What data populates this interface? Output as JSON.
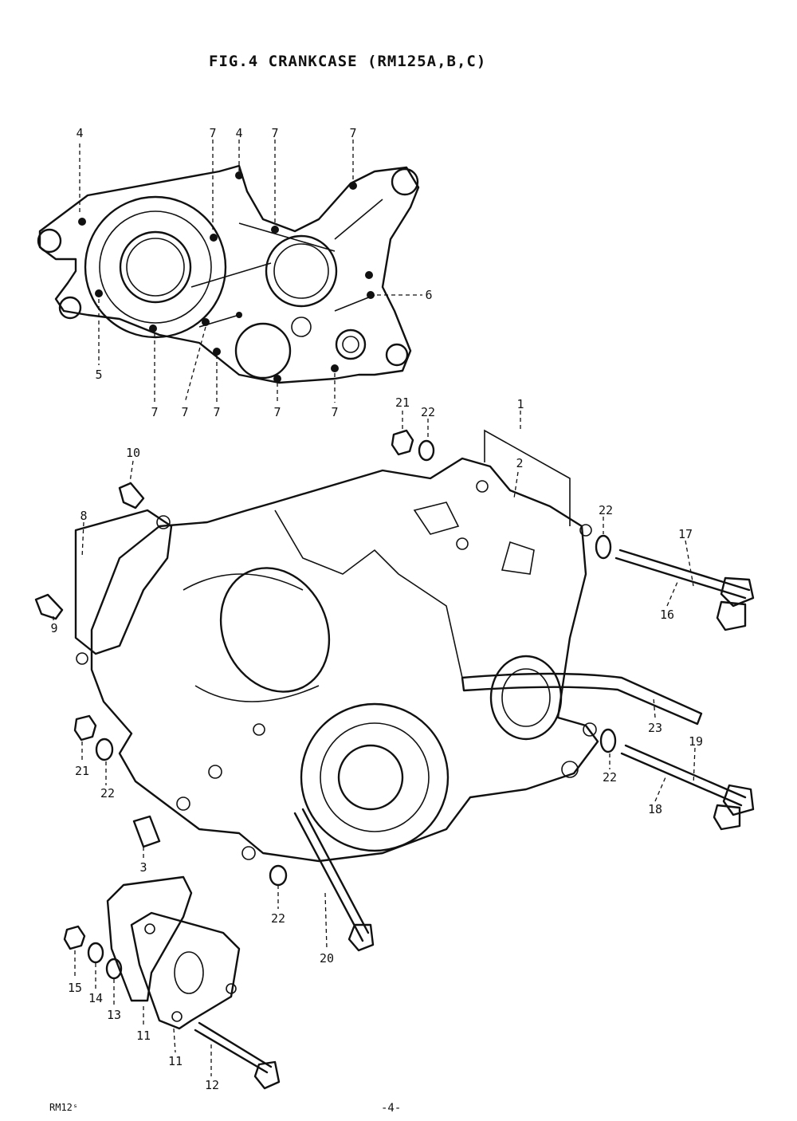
{
  "title": "FIG.4  CRANKCASE (RM125A,B,C)",
  "footer": {
    "model": "RM12ˢ",
    "page": "-4-"
  },
  "callouts": [
    "1",
    "2",
    "3",
    "4",
    "5",
    "6",
    "7",
    "8",
    "9",
    "10",
    "11",
    "12",
    "13",
    "14",
    "15",
    "16",
    "17",
    "18",
    "19",
    "20",
    "21",
    "22",
    "23"
  ]
}
